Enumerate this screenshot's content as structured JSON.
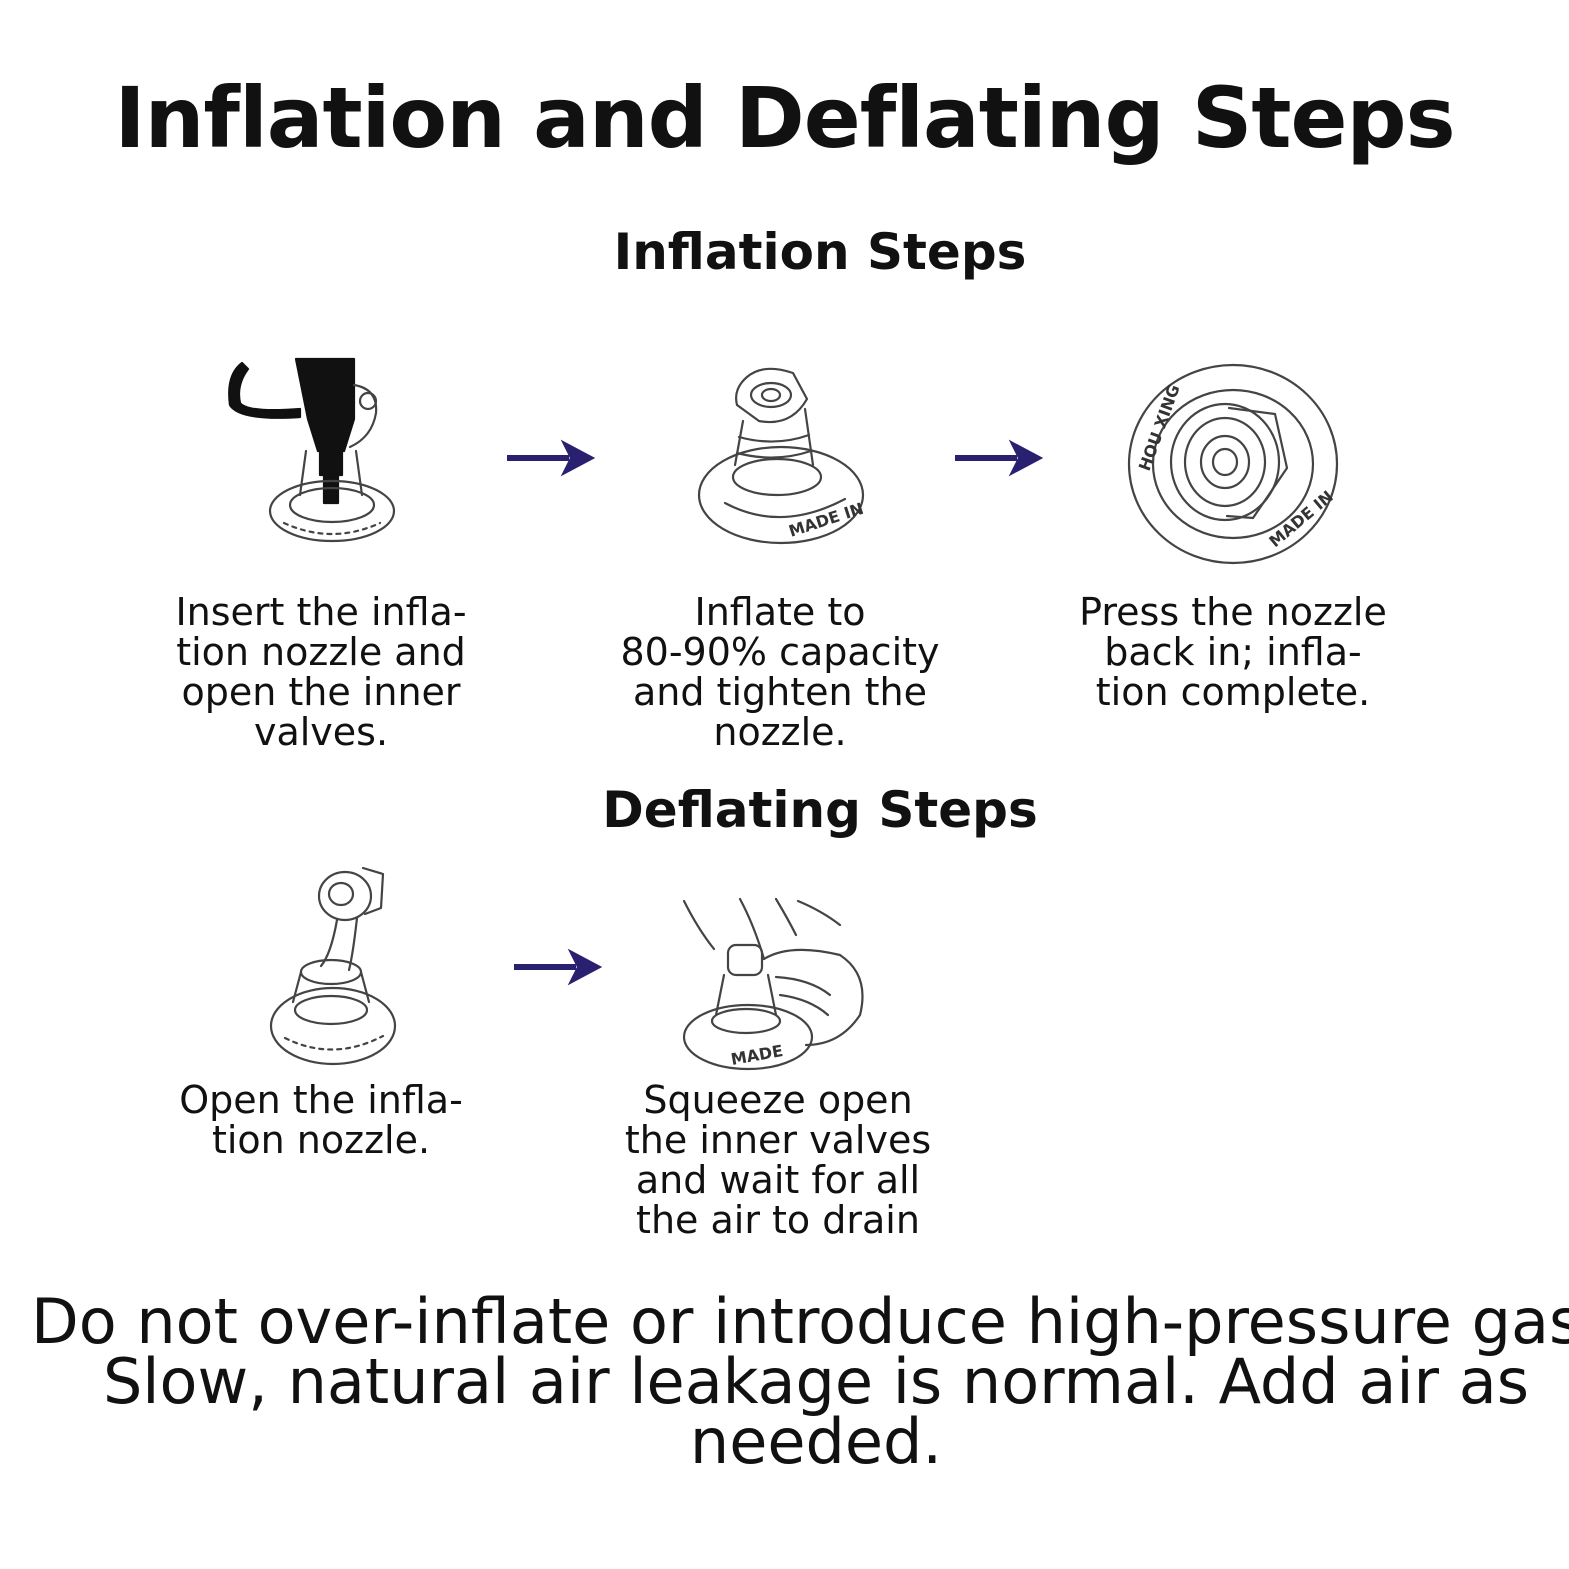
{
  "title": "Inflation and Deflating Steps",
  "inflation": {
    "heading": "Inflation Steps",
    "steps": [
      {
        "caption": "Insert the infla-\ntion nozzle and\nopen the inner\nvalves.",
        "icon": "pump-nozzle-inserted-icon"
      },
      {
        "caption": "Inflate to\n80-90% capacity\nand tighten the\nnozzle.",
        "icon": "valve-cap-tightened-icon"
      },
      {
        "caption": "Press the nozzle\nback in; infla-\ntion complete.",
        "icon": "valve-top-view-icon"
      }
    ]
  },
  "deflating": {
    "heading": "Deflating Steps",
    "steps": [
      {
        "caption": "Open the infla-\ntion nozzle.",
        "icon": "valve-cap-open-icon"
      },
      {
        "caption": "Squeeze open\nthe inner valves\nand wait for all\nthe air to drain",
        "icon": "hand-squeezing-valve-icon"
      }
    ]
  },
  "stamp_text": [
    "MADE IN",
    "HOU XING"
  ],
  "note": "Do not over-inflate or introduce high-pressure gas.\nSlow, natural air leakage is normal. Add air as\nneeded.",
  "colors": {
    "arrow": "#2a2070",
    "text": "#111111",
    "background": "#ffffff"
  }
}
